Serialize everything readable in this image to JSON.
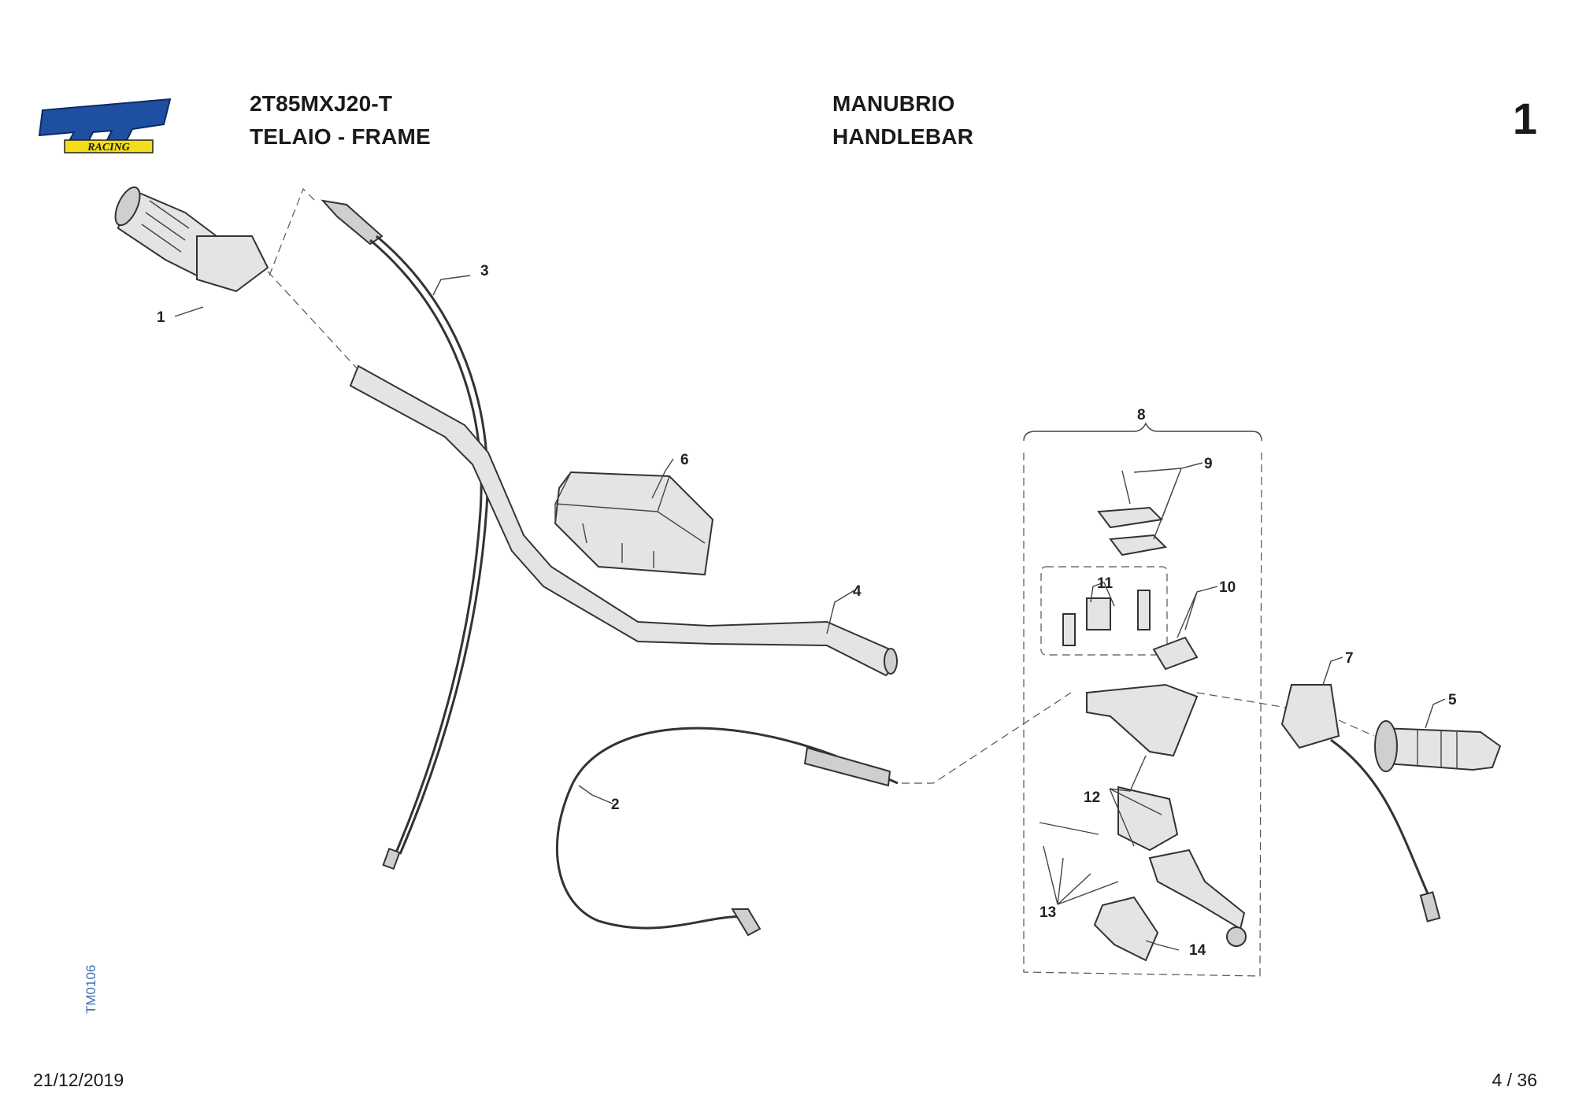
{
  "header": {
    "brand_top": "tm",
    "brand_bottom": "RACING",
    "model_code": "2T85MXJ20-T",
    "group_name": "TELAIO - FRAME",
    "part_name_it": "MANUBRIO",
    "part_name_en": "HANDLEBAR",
    "page_number": "1"
  },
  "footer": {
    "date": "21/12/2019",
    "page": "4 / 36",
    "drawing_code": "TM0106"
  },
  "callouts": [
    "1",
    "2",
    "3",
    "4",
    "5",
    "6",
    "7",
    "8",
    "9",
    "10",
    "11",
    "12",
    "13",
    "14"
  ],
  "colors": {
    "logo_blue": "#1f4fa0",
    "logo_yellow": "#f2dc1c",
    "drawing_code_blue": "#3b6fb6"
  }
}
